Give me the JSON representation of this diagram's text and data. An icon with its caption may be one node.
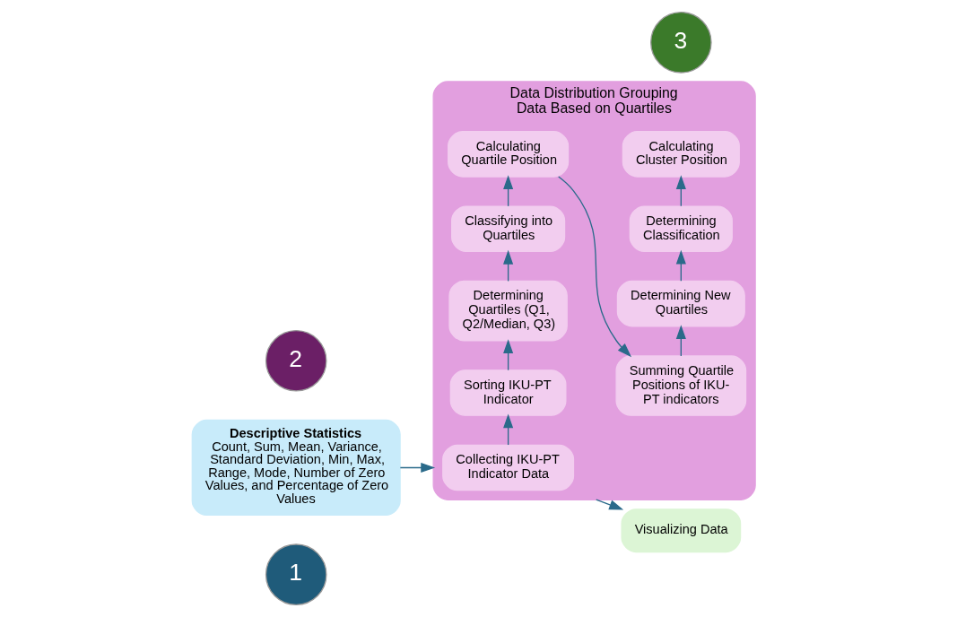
{
  "diagram": {
    "nodes": [
      {
        "text": [
          "1"
        ]
      },
      {
        "text": [
          "Descriptive Statistics",
          "Count, Sum, Mean, Variance, Standard Deviation, Min, Max, Range, Mode, Number of Zero Values, and Percentage of Zero Values"
        ]
      },
      {
        "text": [
          "2"
        ]
      },
      {
        "text": [
          "Data Distribution Grouping Data Based on Quartiles"
        ]
      },
      {
        "text": [
          "Collecting IKU-PT Indicator Data"
        ],
        "in": 3
      },
      {
        "text": [
          "Sorting IKU-PT Indicator"
        ],
        "in": 3
      },
      {
        "text": [
          "Determining Quartiles (Q1, Q2/Median, Q3)"
        ],
        "in": 3
      },
      {
        "text": [
          "Classifying into Quartiles"
        ],
        "in": 3
      },
      {
        "text": [
          "Calculating Quartile Position"
        ],
        "in": 3
      },
      {
        "text": [
          "Summing Quartile Positions of IKU-PT indicators"
        ],
        "in": 3
      },
      {
        "text": [
          "Determining New Quartiles"
        ],
        "in": 3
      },
      {
        "text": [
          "Determining Classification"
        ],
        "in": 3
      },
      {
        "text": [
          "Calculating Cluster Position"
        ],
        "in": 3
      },
      {
        "text": [
          "3"
        ]
      },
      {
        "text": [
          "Visualizing Data"
        ]
      }
    ],
    "edges": [
      {
        "from": 1,
        "to": 3,
        "arrow": "to"
      },
      {
        "from": 4,
        "to": 5,
        "arrow": "to"
      },
      {
        "from": 5,
        "to": 6,
        "arrow": "to"
      },
      {
        "from": 6,
        "to": 7,
        "arrow": "to"
      },
      {
        "from": 7,
        "to": 8,
        "arrow": "to"
      },
      {
        "from": 8,
        "to": 9,
        "arrow": "to"
      },
      {
        "from": 9,
        "to": 10,
        "arrow": "to"
      },
      {
        "from": 10,
        "to": 11,
        "arrow": "to"
      },
      {
        "from": 11,
        "to": 12,
        "arrow": "to"
      },
      {
        "from": 3,
        "to": 14,
        "arrow": "to"
      }
    ]
  }
}
